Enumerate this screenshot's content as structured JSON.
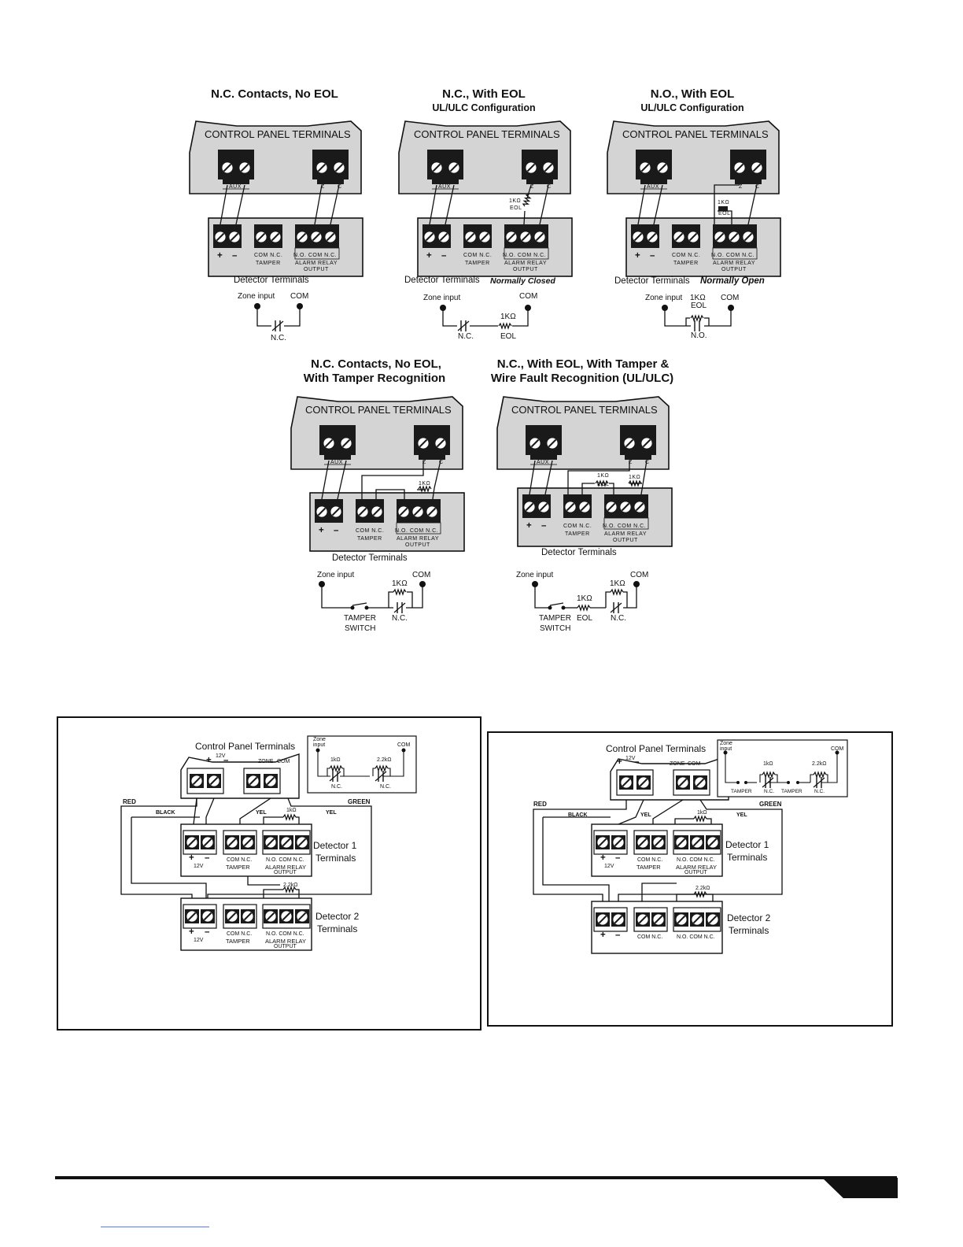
{
  "diagram1": {
    "title": "N.C. Contacts,  No EOL",
    "panel_label": "CONTROL PANEL TERMINALS",
    "aux_label": "AUX",
    "zone_label": "Z",
    "com_label": "C",
    "det_plus": "+",
    "det_minus": "–",
    "tamper_top": "COM N.C.",
    "tamper_bottom": "TAMPER",
    "relay_top": "N.O. COM N.C.",
    "relay_mid": "ALARM RELAY",
    "relay_bottom": "OUTPUT",
    "detector_label": "Detector Terminals",
    "sch_zone": "Zone input",
    "sch_com": "COM",
    "sch_nc": "N.C."
  },
  "diagram2": {
    "title": "N.C., With EOL",
    "subtitle": "UL/ULC Configuration",
    "panel_label": "CONTROL PANEL TERMINALS",
    "aux_label": "AUX",
    "zone_label": "Z",
    "com_label": "C",
    "eol_res": "1KΩ",
    "eol_label": "EOL",
    "det_plus": "+",
    "det_minus": "–",
    "tamper_top": "COM N.C.",
    "tamper_bottom": "TAMPER",
    "relay_top": "N.O. COM N.C.",
    "relay_mid": "ALARM RELAY",
    "relay_bottom": "OUTPUT",
    "detector_label": "Detector Terminals",
    "detector_mode": "Normally Closed",
    "sch_zone": "Zone input",
    "sch_com": "COM",
    "sch_nc": "N.C.",
    "sch_res": "1KΩ",
    "sch_eol": "EOL"
  },
  "diagram3": {
    "title": "N.O., With EOL",
    "subtitle": "UL/ULC Configuration",
    "panel_label": "CONTROL PANEL TERMINALS",
    "aux_label": "AUX",
    "zone_label": "Z",
    "com_label": "C",
    "eol_res": "1KΩ",
    "eol_label": "EOL",
    "det_plus": "+",
    "det_minus": "–",
    "tamper_top": "COM N.C.",
    "tamper_bottom": "TAMPER",
    "relay_top": "N.O. COM N.C.",
    "relay_mid": "ALARM RELAY",
    "relay_bottom": "OUTPUT",
    "detector_label": "Detector Terminals",
    "detector_mode": "Normally Open",
    "sch_zone": "Zone input",
    "sch_com": "COM",
    "sch_res": "1KΩ",
    "sch_eol": "EOL",
    "sch_no": "N.O."
  },
  "diagram4": {
    "title_line1": "N.C. Contacts, No EOL,",
    "title_line2": "With Tamper Recognition",
    "panel_label": "CONTROL PANEL TERMINALS",
    "aux_label": "AUX",
    "zone_label": "Z",
    "com_label": "C",
    "res": "1KΩ",
    "det_plus": "+",
    "det_minus": "–",
    "tamper_top": "COM N.C.",
    "tamper_bottom": "TAMPER",
    "relay_top": "N.O. COM N.C.",
    "relay_mid": "ALARM RELAY",
    "relay_bottom": "OUTPUT",
    "detector_label": "Detector Terminals",
    "sch_zone": "Zone input",
    "sch_com": "COM",
    "sch_res": "1KΩ",
    "sch_tamper": "TAMPER",
    "sch_switch": "SWITCH",
    "sch_nc": "N.C."
  },
  "diagram5": {
    "title_line1": "N.C., With EOL, With Tamper &",
    "title_line2": "Wire Fault Recognition (UL/ULC)",
    "panel_label": "CONTROL PANEL TERMINALS",
    "aux_label": "AUX",
    "zone_label": "Z",
    "com_label": "C",
    "res_eol": "1KΩ",
    "eol_label": "EOL",
    "res": "1KΩ",
    "det_plus": "+",
    "det_minus": "–",
    "tamper_top": "COM N.C.",
    "tamper_bottom": "TAMPER",
    "relay_top": "N.O. COM N.C.",
    "relay_mid": "ALARM RELAY",
    "relay_bottom": "OUTPUT",
    "detector_label": "Detector Terminals",
    "sch_zone": "Zone input",
    "sch_com": "COM",
    "sch_res1": "1KΩ",
    "sch_res2": "1KΩ",
    "sch_tamper": "TAMPER",
    "sch_switch": "SWITCH",
    "sch_eol": "EOL",
    "sch_nc": "N.C."
  },
  "box_left": {
    "panel_label": "Control Panel Terminals",
    "v12": "12V",
    "zone": "ZONE",
    "com": "COM",
    "plus": "+",
    "minus": "–",
    "red": "RED",
    "black": "BLACK",
    "yel1": "YEL",
    "yel2": "YEL",
    "green": "GREEN",
    "res1": "1kΩ",
    "res2": "2.2kΩ",
    "inset_zone1": "Zone",
    "inset_zone2": "input",
    "inset_com": "COM",
    "inset_res1": "1kΩ",
    "inset_res2": "2.2kΩ",
    "inset_nc1": "N.C.",
    "inset_nc2": "N.C.",
    "det1_line1": "Detector 1",
    "det1_line2": "Terminals",
    "det2_line1": "Detector 2",
    "det2_line2": "Terminals",
    "d_12v": "12V",
    "d_comnc": "COM  N.C.",
    "d_tamper": "TAMPER",
    "d_relay_top": "N.O. COM  N.C.",
    "d_relay_mid": "ALARM RELAY",
    "d_relay_bottom": "OUTPUT"
  },
  "box_right": {
    "panel_label": "Control Panel Terminals",
    "v12": "12V",
    "zone": "ZONE",
    "com": "COM",
    "plus": "+",
    "minus": "–",
    "red": "RED",
    "black": "BLACK",
    "yel1": "YEL",
    "yel2": "YEL",
    "green": "GREEN",
    "res1": "1kΩ",
    "res2": "2.2kΩ",
    "inset_zone1": "Zone",
    "inset_zone2": "input",
    "inset_com": "COM",
    "inset_res1": "1kΩ",
    "inset_res2": "2.2kΩ",
    "inset_tamper1": "TAMPER",
    "inset_nc1": "N.C.",
    "inset_tamper2": "TAMPER",
    "inset_nc2": "N.C.",
    "det1_line1": "Detector 1",
    "det1_line2": "Terminals",
    "det2_line1": "Detector 2",
    "det2_line2": "Terminals",
    "d_12v": "12V",
    "d_comnc": "COM  N.C.",
    "d_tamper": "TAMPER",
    "d_relay_top": "N.O. COM  N.C.",
    "d_relay_mid": "ALARM RELAY",
    "d_relay_bottom": "OUTPUT",
    "d2_comnc": "COM  N.C.",
    "d2_relay": "N.O.  COM  N.C."
  }
}
